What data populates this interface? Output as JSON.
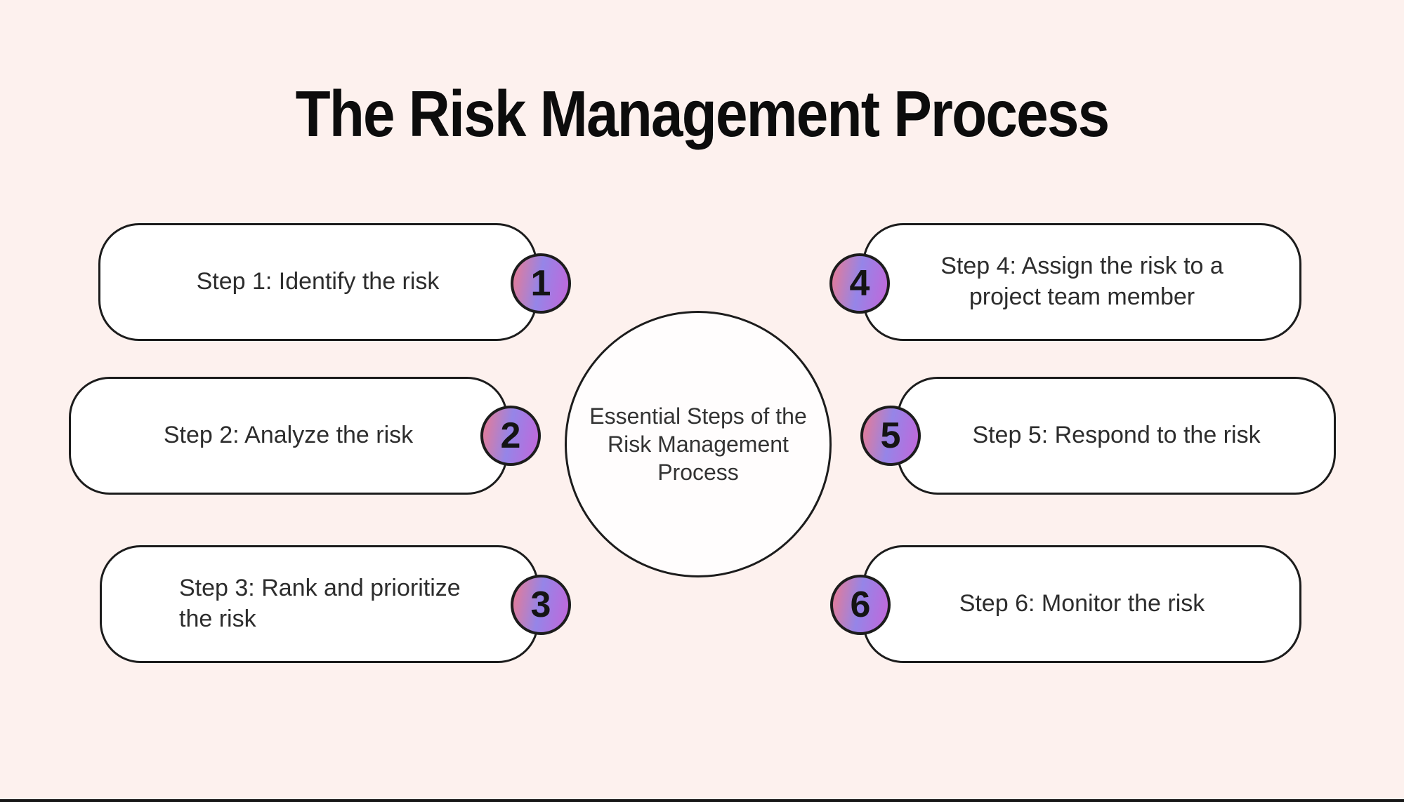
{
  "title": "The Risk Management Process",
  "center_circle": {
    "text": "Essential Steps of the Risk Management Process",
    "lines": [
      "Essential Steps of the",
      "Risk Management",
      "Process"
    ]
  },
  "steps": [
    {
      "number": "1",
      "label": "Step 1: Identify the risk",
      "lines": [
        "Step 1: Identify the risk"
      ]
    },
    {
      "number": "2",
      "label": "Step 2: Analyze the risk",
      "lines": [
        "Step 2: Analyze the risk"
      ]
    },
    {
      "number": "3",
      "label": "Step 3: Rank and prioritize the risk",
      "lines": [
        "Step 3: Rank and prioritize",
        "the risk"
      ]
    },
    {
      "number": "4",
      "label": "Step 4: Assign the risk to a project team member",
      "lines": [
        "Step 4: Assign the risk to a",
        "project team member"
      ]
    },
    {
      "number": "5",
      "label": "Step 5: Respond to the risk",
      "lines": [
        "Step 5: Respond to the risk"
      ]
    },
    {
      "number": "6",
      "label": "Step 6: Monitor the risk",
      "lines": [
        "Step 6: Monitor the risk"
      ]
    }
  ],
  "colors": {
    "background": "#fdf1ee",
    "box_fill": "#ffffff",
    "outline": "#1c1c1c",
    "badge_gradient_start": "#ea7a91",
    "badge_gradient_mid": "#9585e8",
    "badge_gradient_end": "#c366d9",
    "title_color": "#0c0c0c",
    "step_text_color": "#2d2d2d",
    "bottom_bar": "#161616"
  }
}
